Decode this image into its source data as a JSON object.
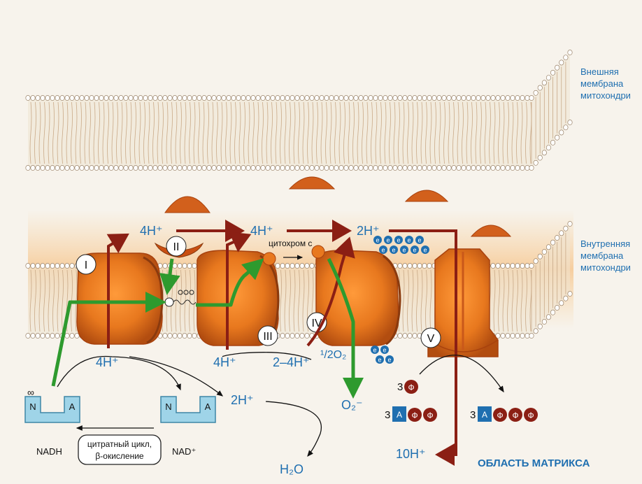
{
  "labels": {
    "outer_membrane": [
      "Внешняя",
      "мембрана",
      "митохондри"
    ],
    "inner_membrane": [
      "Внутренняя",
      "мембрана",
      "митохондри"
    ],
    "matrix_region": "ОБЛАСТЬ МАТРИКСА",
    "complexes": [
      "I",
      "II",
      "III",
      "IV",
      "V"
    ],
    "proton_top_1": "4H⁺",
    "proton_top_2": "4H⁺",
    "proton_top_3": "2H⁺",
    "cytochrome_c": "цитохром с",
    "proton_bottom_1": "4H⁺",
    "proton_bottom_2": "4H⁺",
    "proton_bottom_3": "2–4H⁺",
    "proton_matrix": "2H⁺",
    "proton_out": "10H⁺",
    "half_o2": "¹/2O₂",
    "superoxide": "O₂⁻",
    "water": "H₂O",
    "nadh": "NADH",
    "nad_plus": "NAD⁺",
    "citric_cycle": [
      "цитратный цикл,",
      "β-окисление"
    ],
    "enzyme_letters": [
      "N",
      "A"
    ],
    "phosphate": "Ф",
    "adenosine": "A",
    "adp_coeff": "3",
    "infinity": "∞",
    "electron": "e"
  },
  "colors": {
    "membrane_head": "#ffffff",
    "membrane_tail": "#c9a987",
    "protein": "#e8781e",
    "protein_dark": "#a8420e",
    "proton_arrow": "#8b1f14",
    "electron_arrow": "#2e9a2e",
    "label_blue": "#1f6fb0",
    "enzyme_box": "#9fd4e8"
  }
}
